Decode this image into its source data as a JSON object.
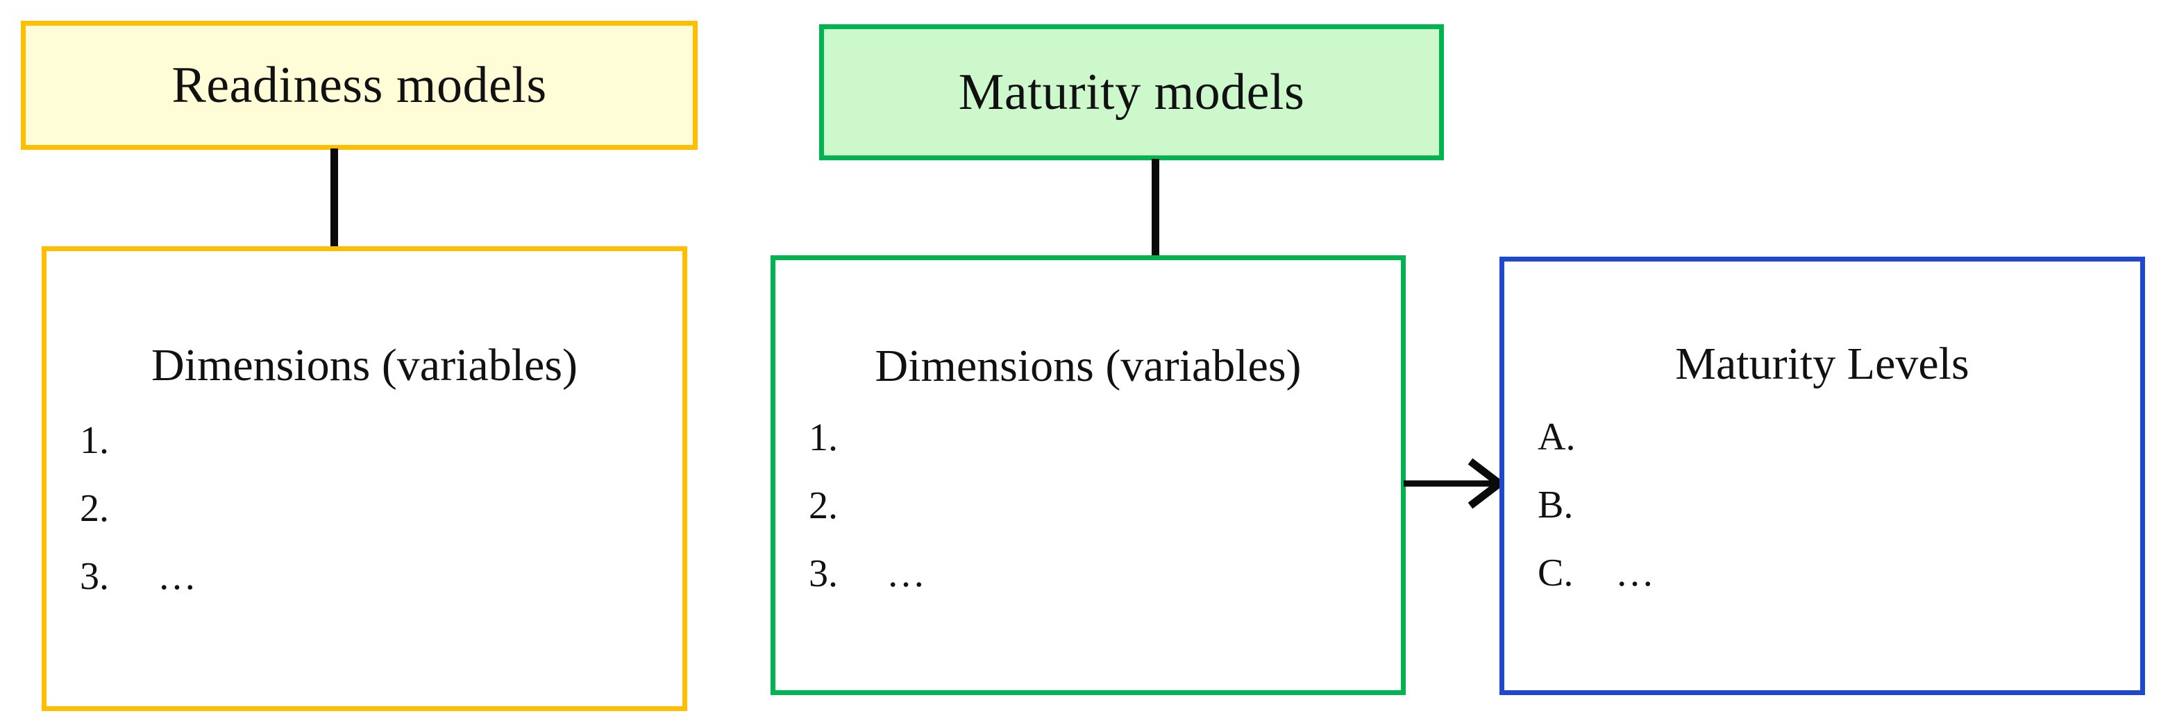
{
  "diagram": {
    "title_hidden": "",
    "colors": {
      "readiness_border": "#ffbf00",
      "readiness_fill": "#fefdd8",
      "maturity_border": "#00b44f",
      "maturity_fill": "#ccf8cc",
      "levels_border": "#1f48d0",
      "connector": "#0a0a0a",
      "body_fill": "#ffffff",
      "text": "#111111"
    },
    "readiness": {
      "header_label": "Readiness models",
      "body": {
        "title": "Dimensions (variables)",
        "items": [
          {
            "marker": "1.",
            "text": ""
          },
          {
            "marker": "2.",
            "text": ""
          },
          {
            "marker": "3.",
            "text": "…"
          }
        ]
      }
    },
    "maturity": {
      "header_label": "Maturity models",
      "body": {
        "title": "Dimensions (variables)",
        "items": [
          {
            "marker": "1.",
            "text": ""
          },
          {
            "marker": "2.",
            "text": ""
          },
          {
            "marker": "3.",
            "text": "…"
          }
        ]
      }
    },
    "levels": {
      "body": {
        "title": "Maturity Levels",
        "items": [
          {
            "marker": "A.",
            "text": ""
          },
          {
            "marker": "B.",
            "text": ""
          },
          {
            "marker": "C.",
            "text": "…"
          }
        ]
      }
    }
  }
}
